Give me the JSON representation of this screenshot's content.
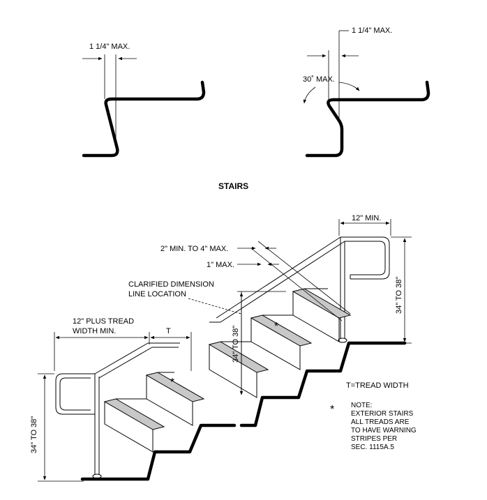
{
  "title": "STAIRS",
  "top_left": {
    "dimension_label": "1 1/4\" MAX."
  },
  "top_right": {
    "dimension_label": "1 1/4\" MAX.",
    "angle_label": "30˚ MAX."
  },
  "left_stair": {
    "width_label_line1": "12\" PLUS TREAD",
    "width_label_line2": "WIDTH MIN.",
    "tread_label": "T",
    "height_label": "34\" TO 38\"",
    "asterisk": "*"
  },
  "right_stair": {
    "top_label": "12\" MIN.",
    "gap_label": "2\" MIN. TO 4\" MAX.",
    "edge_label": "1\" MAX.",
    "clarified_line1": "CLARIFIED DIMENSION",
    "clarified_line2": "LINE LOCATION",
    "height_label_right": "34\" TO 38\"",
    "height_label_mid": "34\" TO 38\"",
    "asterisk": "*"
  },
  "legend": {
    "tread_width": "T=TREAD WIDTH"
  },
  "note": {
    "asterisk": "*",
    "lines": [
      "NOTE:",
      "EXTERIOR STAIRS",
      "ALL TREADS ARE",
      "TO HAVE WARNING",
      "STRIPES PER",
      "SEC. 1115A.5"
    ]
  }
}
